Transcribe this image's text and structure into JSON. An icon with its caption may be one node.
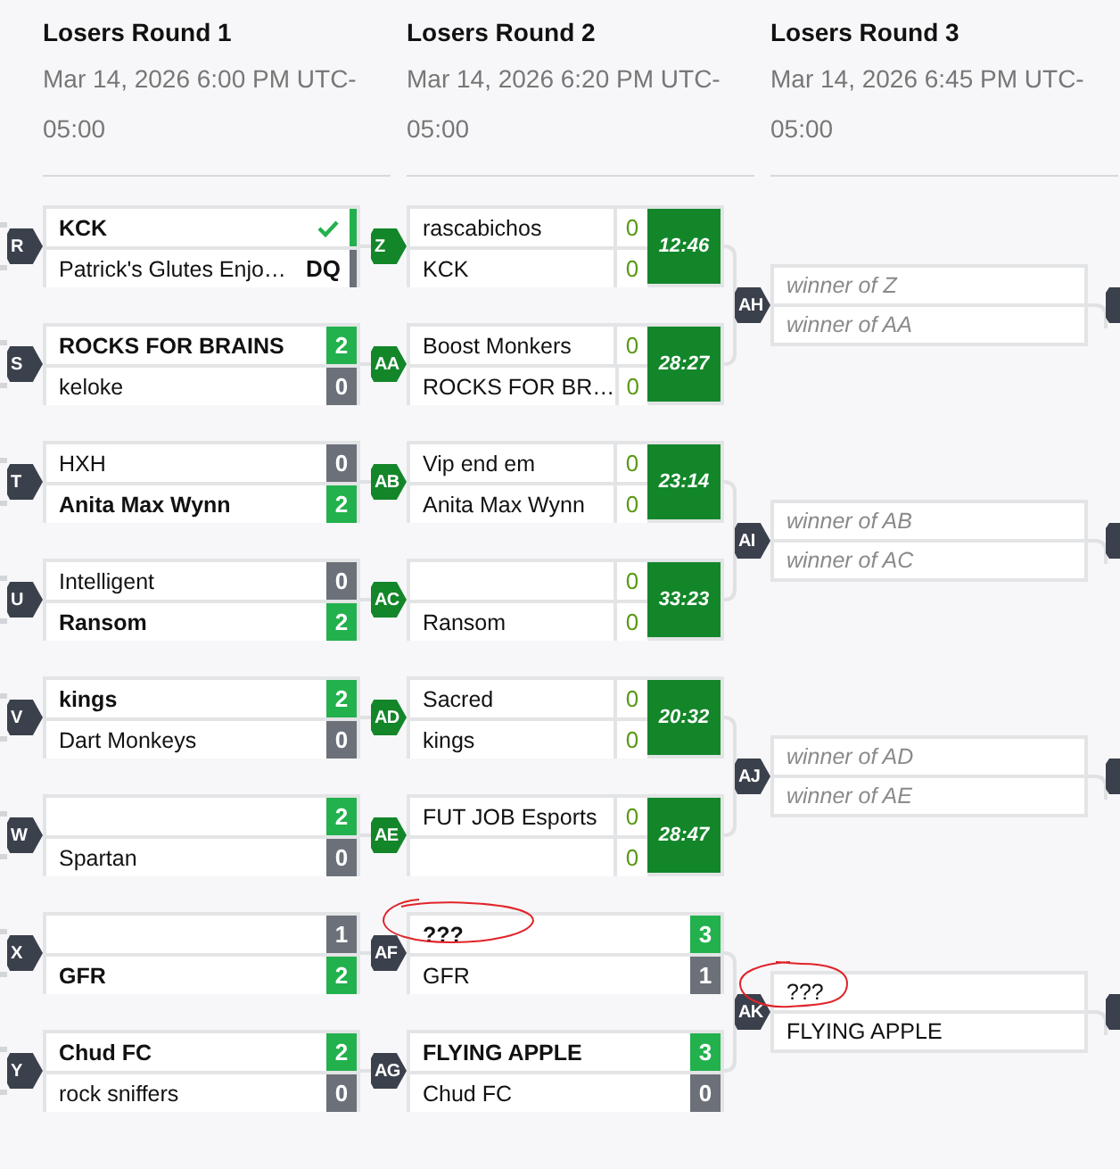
{
  "diagram": {
    "nodes": [
      {
        "text": [
          "R"
        ]
      },
      {
        "text": [
          "KCK"
        ],
        "in": 0
      },
      {
        "text": [
          "Patrick's Glutes Enjo…",
          "DQ"
        ],
        "in": 0
      },
      {
        "text": [
          "S"
        ]
      },
      {
        "text": [
          "ROCKS FOR BRAINS",
          "2"
        ],
        "in": 3
      },
      {
        "text": [
          "keloke",
          "0"
        ],
        "in": 3
      },
      {
        "text": [
          "T"
        ]
      },
      {
        "text": [
          "HXH",
          "0"
        ],
        "in": 6
      },
      {
        "text": [
          "Anita Max Wynn",
          "2"
        ],
        "in": 6
      },
      {
        "text": [
          "U"
        ]
      },
      {
        "text": [
          "Intelligent",
          "0"
        ],
        "in": 9
      },
      {
        "text": [
          "Ransom",
          "2"
        ],
        "in": 9
      },
      {
        "text": [
          "V"
        ]
      },
      {
        "text": [
          "kings",
          "2"
        ],
        "in": 12
      },
      {
        "text": [
          "Dart Monkeys",
          "0"
        ],
        "in": 12
      },
      {
        "text": [
          "W"
        ]
      },
      {
        "text": [
          "2"
        ],
        "in": 15
      },
      {
        "text": [
          "Spartan",
          "0"
        ],
        "in": 15
      },
      {
        "text": [
          "X"
        ]
      },
      {
        "text": [
          "1"
        ],
        "in": 18
      },
      {
        "text": [
          "GFR",
          "2"
        ],
        "in": 18
      },
      {
        "text": [
          "Y"
        ]
      },
      {
        "text": [
          "Chud FC",
          "2"
        ],
        "in": 21
      },
      {
        "text": [
          "rock sniffers",
          "0"
        ],
        "in": 21
      },
      {
        "text": [
          "Z",
          "12:46"
        ]
      },
      {
        "text": [
          "rascabichos",
          "0"
        ],
        "in": 24
      },
      {
        "text": [
          "KCK",
          "0"
        ],
        "in": 24
      },
      {
        "text": [
          "AA",
          "28:27"
        ]
      },
      {
        "text": [
          "Boost Monkers",
          "0"
        ],
        "in": 27
      },
      {
        "text": [
          "ROCKS FOR BR…",
          "0"
        ],
        "in": 27
      },
      {
        "text": [
          "AB",
          "23:14"
        ]
      },
      {
        "text": [
          "Vip end em",
          "0"
        ],
        "in": 30
      },
      {
        "text": [
          "Anita Max Wynn",
          "0"
        ],
        "in": 30
      },
      {
        "text": [
          "AC",
          "33:23"
        ]
      },
      {
        "text": [
          "0"
        ],
        "in": 33
      },
      {
        "text": [
          "Ransom",
          "0"
        ],
        "in": 33
      },
      {
        "text": [
          "AD",
          "20:32"
        ]
      },
      {
        "text": [
          "Sacred",
          "0"
        ],
        "in": 36
      },
      {
        "text": [
          "kings",
          "0"
        ],
        "in": 36
      },
      {
        "text": [
          "AE",
          "28:47"
        ]
      },
      {
        "text": [
          "FUT JOB Esports",
          "0"
        ],
        "in": 39
      },
      {
        "text": [
          "0"
        ],
        "in": 39
      },
      {
        "text": [
          "AF"
        ]
      },
      {
        "text": [
          "???",
          "3"
        ],
        "in": 42
      },
      {
        "text": [
          "GFR",
          "1"
        ],
        "in": 42
      },
      {
        "text": [
          "AG"
        ]
      },
      {
        "text": [
          "FLYING APPLE",
          "3"
        ],
        "in": 45
      },
      {
        "text": [
          "Chud FC",
          "0"
        ],
        "in": 45
      },
      {
        "text": [
          "AH"
        ]
      },
      {
        "text": [
          "winner of Z"
        ],
        "in": 48
      },
      {
        "text": [
          "winner of AA"
        ],
        "in": 48
      },
      {
        "text": [
          "AI"
        ]
      },
      {
        "text": [
          "winner of AB"
        ],
        "in": 51
      },
      {
        "text": [
          "winner of AC"
        ],
        "in": 51
      },
      {
        "text": [
          "AJ"
        ]
      },
      {
        "text": [
          "winner of AD"
        ],
        "in": 54
      },
      {
        "text": [
          "winner of AE"
        ],
        "in": 54
      },
      {
        "text": [
          "AK"
        ]
      },
      {
        "text": [
          "???"
        ],
        "in": 57
      },
      {
        "text": [
          "FLYING APPLE"
        ],
        "in": 57
      },
      {
        "text": [],
        "shape": "box"
      },
      {
        "text": [],
        "shape": "box"
      },
      {
        "text": [],
        "shape": "box"
      },
      {
        "text": [],
        "shape": "box"
      }
    ],
    "edges": [
      {
        "from": 0,
        "to": 24,
        "arrow": "none"
      },
      {
        "from": 3,
        "to": 27,
        "arrow": "none"
      },
      {
        "from": 6,
        "to": 30,
        "arrow": "none"
      },
      {
        "from": 9,
        "to": 33,
        "arrow": "none"
      },
      {
        "from": 12,
        "to": 36,
        "arrow": "none"
      },
      {
        "from": 15,
        "to": 39,
        "arrow": "none"
      },
      {
        "from": 18,
        "to": 42,
        "arrow": "none"
      },
      {
        "from": 21,
        "to": 45,
        "arrow": "none"
      },
      {
        "from": 24,
        "to": 48,
        "arrow": "none"
      },
      {
        "from": 27,
        "to": 48,
        "arrow": "none"
      },
      {
        "from": 30,
        "to": 51,
        "arrow": "none"
      },
      {
        "from": 33,
        "to": 51,
        "arrow": "none"
      },
      {
        "from": 36,
        "to": 54,
        "arrow": "none"
      },
      {
        "from": 39,
        "to": 54,
        "arrow": "none"
      },
      {
        "from": 42,
        "to": 57,
        "arrow": "none"
      },
      {
        "from": 45,
        "to": 57,
        "arrow": "none"
      },
      {
        "from": 48,
        "to": 60,
        "arrow": "none"
      },
      {
        "from": 51,
        "to": 61,
        "arrow": "none"
      },
      {
        "from": 54,
        "to": 62,
        "arrow": "none"
      },
      {
        "from": 57,
        "to": 63,
        "arrow": "none"
      },
      {
        "from": null,
        "to": 0,
        "arrow": "none",
        "style": "dashed"
      },
      {
        "from": null,
        "to": 0,
        "arrow": "none",
        "style": "dashed"
      },
      {
        "from": null,
        "to": 3,
        "arrow": "none",
        "style": "dashed"
      },
      {
        "from": null,
        "to": 3,
        "arrow": "none",
        "style": "dashed"
      },
      {
        "from": null,
        "to": 6,
        "arrow": "none",
        "style": "dashed"
      },
      {
        "from": null,
        "to": 6,
        "arrow": "none",
        "style": "dashed"
      },
      {
        "from": null,
        "to": 9,
        "arrow": "none",
        "style": "dashed"
      },
      {
        "from": null,
        "to": 9,
        "arrow": "none",
        "style": "dashed"
      },
      {
        "from": null,
        "to": 12,
        "arrow": "none",
        "style": "dashed"
      },
      {
        "from": null,
        "to": 12,
        "arrow": "none",
        "style": "dashed"
      },
      {
        "from": null,
        "to": 15,
        "arrow": "none",
        "style": "dashed"
      },
      {
        "from": null,
        "to": 15,
        "arrow": "none",
        "style": "dashed"
      },
      {
        "from": null,
        "to": 18,
        "arrow": "none",
        "style": "dashed"
      },
      {
        "from": null,
        "to": 18,
        "arrow": "none",
        "style": "dashed"
      },
      {
        "from": null,
        "to": 21,
        "arrow": "none",
        "style": "dashed"
      },
      {
        "from": null,
        "to": 21,
        "arrow": "none",
        "style": "dashed"
      }
    ],
    "labels": [
      "Losers Round 1",
      "Mar 14, 2026 6:00 PM UTC-05:00",
      "Losers Round 2",
      "Mar 14, 2026 6:20 PM UTC-05:00",
      "Losers Round 3",
      "Mar 14, 2026 6:45 PM UTC-05:00"
    ]
  }
}
